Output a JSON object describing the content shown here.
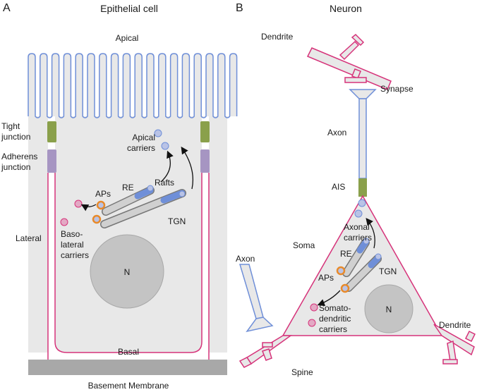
{
  "panel_a": {
    "letter": "A",
    "title": "Epithelial cell",
    "labels": {
      "apical": "Apical",
      "tight_junction_1": "Tight",
      "tight_junction_2": "junction",
      "adherens_junction_1": "Adherens",
      "adherens_junction_2": "junction",
      "lateral": "Lateral",
      "basal": "Basal",
      "basement_membrane": "Basement Membrane",
      "apical_carriers_1": "Apical",
      "apical_carriers_2": "carriers",
      "rafts": "Rafts",
      "re": "RE",
      "aps": "APs",
      "tgn": "TGN",
      "basolateral_carriers_1": "Baso-",
      "basolateral_carriers_2": "lateral",
      "basolateral_carriers_3": "carriers",
      "nucleus": "N"
    }
  },
  "panel_b": {
    "letter": "B",
    "title": "Neuron",
    "labels": {
      "dendrite_top": "Dendrite",
      "synapse": "Synapse",
      "axon_top": "Axon",
      "ais": "AIS",
      "axonal_carriers_1": "Axonal",
      "axonal_carriers_2": "carriers",
      "soma": "Soma",
      "re": "RE",
      "tgn": "TGN",
      "aps": "APs",
      "somatodendritic_carriers_1": "Somato-",
      "somatodendritic_carriers_2": "dendritic",
      "somatodendritic_carriers_3": "carriers",
      "nucleus": "N",
      "axon_left": "Axon",
      "spine": "Spine",
      "dendrite_right": "Dendrite"
    }
  },
  "colors": {
    "apical_membrane": "#6f8fd8",
    "basolateral_membrane": "#d6337a",
    "cytoplasm": "#e8e8e8",
    "nucleus": "#c4c4c4",
    "tight_junction": "#8aa04b",
    "adherens_junction": "#a695c2",
    "basement_membrane": "#a8a8a8",
    "aps_ring": "#e88a2a",
    "apical_vesicle": "#b9c3e6",
    "basolateral_vesicle": "#e3a9c4"
  }
}
